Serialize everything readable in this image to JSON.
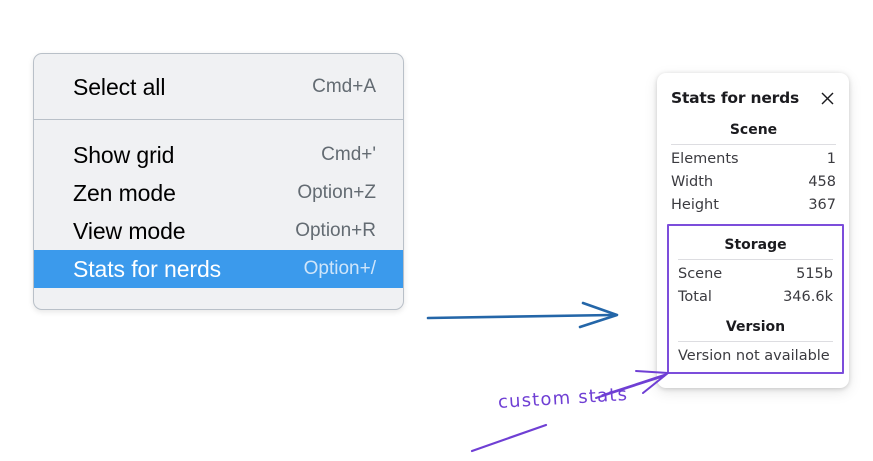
{
  "context_menu": {
    "groups": [
      {
        "items": [
          {
            "label": "Select all",
            "shortcut": "Cmd+A",
            "selected": false
          }
        ]
      },
      {
        "items": [
          {
            "label": "Show grid",
            "shortcut": "Cmd+'",
            "selected": false
          },
          {
            "label": "Zen mode",
            "shortcut": "Option+Z",
            "selected": false
          },
          {
            "label": "View mode",
            "shortcut": "Option+R",
            "selected": false
          },
          {
            "label": "Stats for nerds",
            "shortcut": "Option+/",
            "selected": true
          }
        ]
      }
    ],
    "highlight_color": "#3b9aec",
    "background_color": "#f0f1f3"
  },
  "stats_panel": {
    "title": "Stats for nerds",
    "close_icon": "close-icon",
    "sections": [
      {
        "name": "scene",
        "title": "Scene",
        "rows": [
          {
            "label": "Elements",
            "value": "1"
          },
          {
            "label": "Width",
            "value": "458"
          },
          {
            "label": "Height",
            "value": "367"
          }
        ]
      },
      {
        "name": "storage",
        "title": "Storage",
        "rows": [
          {
            "label": "Scene",
            "value": "515b"
          },
          {
            "label": "Total",
            "value": "346.6k"
          }
        ]
      },
      {
        "name": "version",
        "title": "Version",
        "plain_text": "Version not available"
      }
    ],
    "highlight_box_color": "#7c4ddb"
  },
  "annotations": {
    "handwritten_label": "custom stats",
    "purple_color": "#6f3fd4",
    "blue_arrow_color": "#2466a8"
  }
}
